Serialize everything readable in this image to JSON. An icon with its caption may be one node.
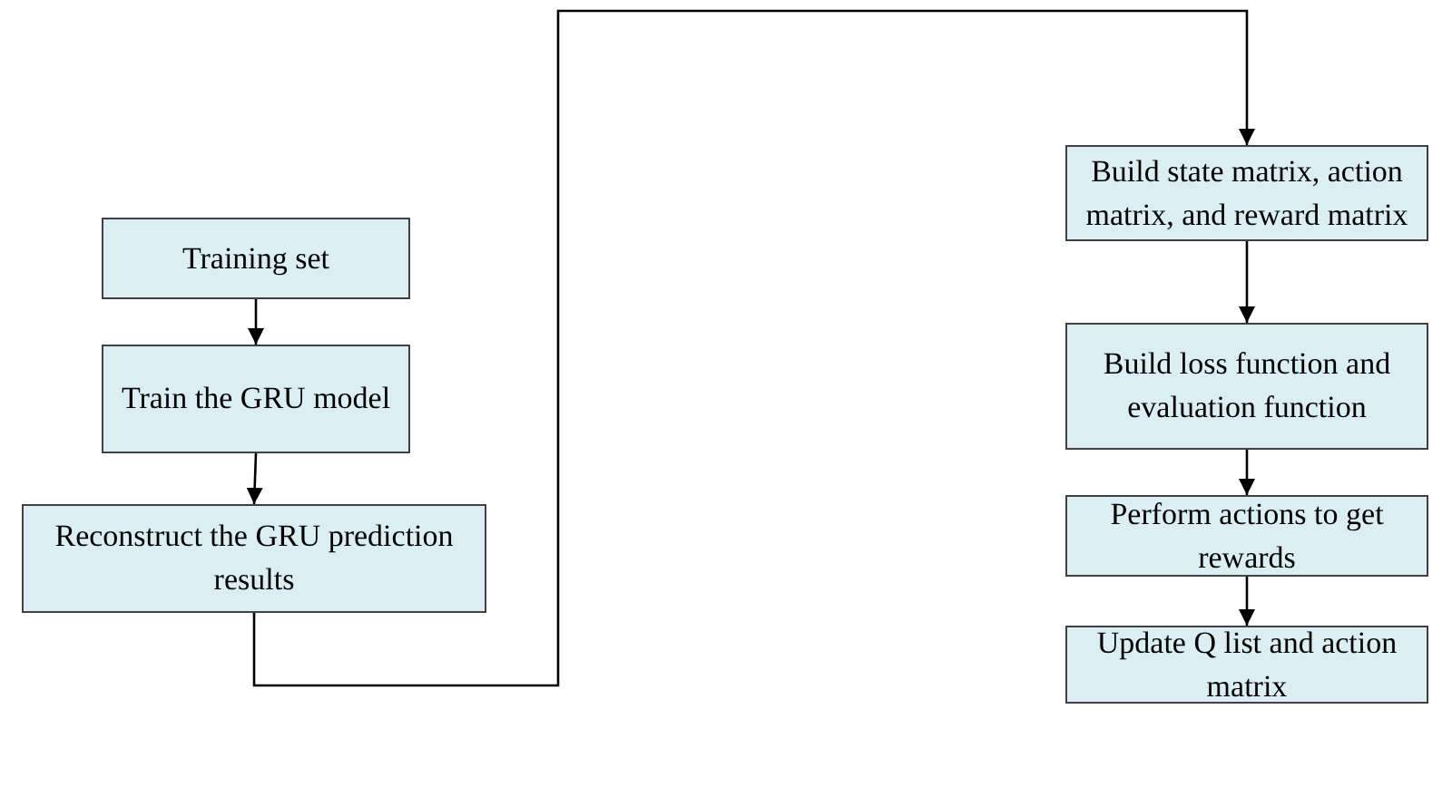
{
  "diagram": {
    "nodes": [
      {
        "text": [
          "Training set"
        ]
      },
      {
        "text": [
          "Train the GRU model"
        ]
      },
      {
        "text": [
          "Reconstruct the GRU prediction results"
        ]
      },
      {
        "text": [
          "Build state matrix, action matrix, and reward matrix"
        ]
      },
      {
        "text": [
          "Build loss function and evaluation function"
        ]
      },
      {
        "text": [
          "Perform actions to get rewards"
        ]
      },
      {
        "text": [
          "Update Q list and action matrix"
        ]
      }
    ],
    "edges": [
      {
        "from": 0,
        "to": 1,
        "arrow": "to"
      },
      {
        "from": 1,
        "to": 2,
        "arrow": "to"
      },
      {
        "from": 2,
        "to": 3,
        "arrow": "to"
      },
      {
        "from": 3,
        "to": 4,
        "arrow": "to"
      },
      {
        "from": 4,
        "to": 5,
        "arrow": "to"
      },
      {
        "from": 5,
        "to": 6,
        "arrow": "to"
      }
    ]
  }
}
